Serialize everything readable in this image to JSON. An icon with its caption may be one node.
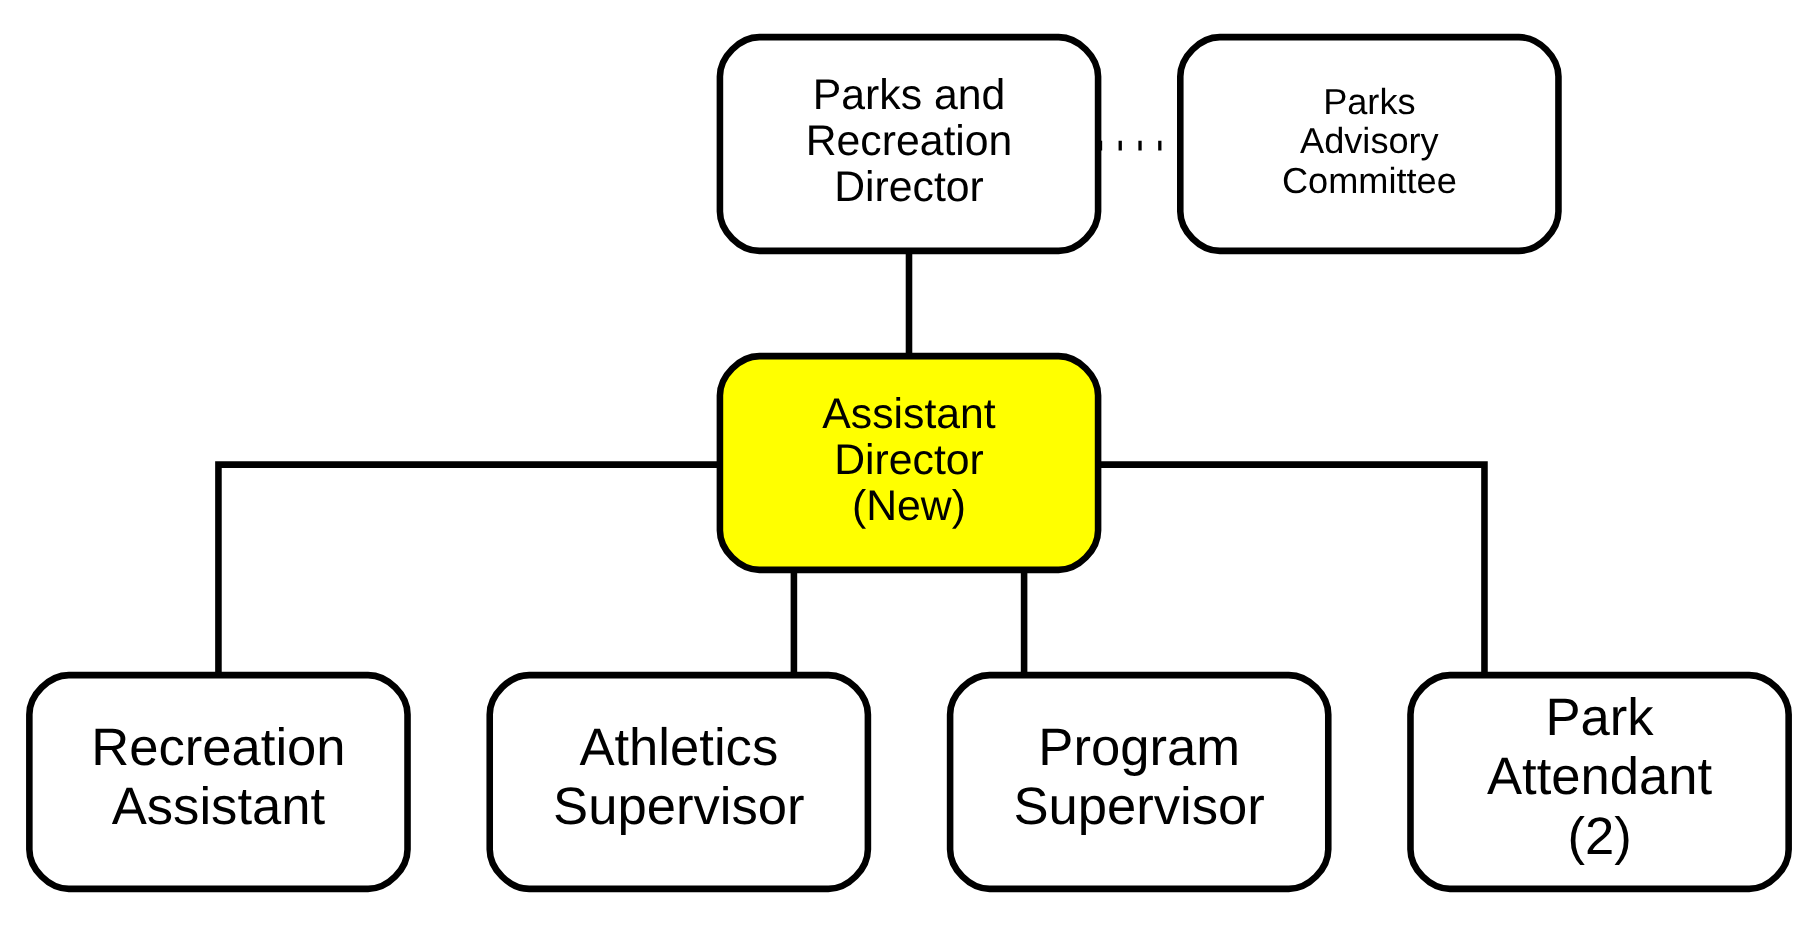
{
  "diagram": {
    "nodes": [
      {
        "text": [
          "Parks and Recreation Director"
        ]
      },
      {
        "text": [
          "Parks Advisory Committee"
        ]
      },
      {
        "text": [
          "Assistant Director (New)"
        ]
      },
      {
        "text": [
          "Recreation Assistant"
        ]
      },
      {
        "text": [
          "Athletics Supervisor"
        ]
      },
      {
        "text": [
          "Program Supervisor"
        ]
      },
      {
        "text": [
          "Park Attendant (2)"
        ]
      }
    ],
    "edges": [
      {
        "from": 0,
        "to": 1,
        "arrow": "none",
        "style": "dashed"
      },
      {
        "from": 0,
        "to": 2,
        "arrow": "none"
      },
      {
        "from": 2,
        "to": 3,
        "arrow": "none"
      },
      {
        "from": 2,
        "to": 4,
        "arrow": "none"
      },
      {
        "from": 2,
        "to": 5,
        "arrow": "none"
      },
      {
        "from": 2,
        "to": 6,
        "arrow": "none"
      }
    ]
  }
}
